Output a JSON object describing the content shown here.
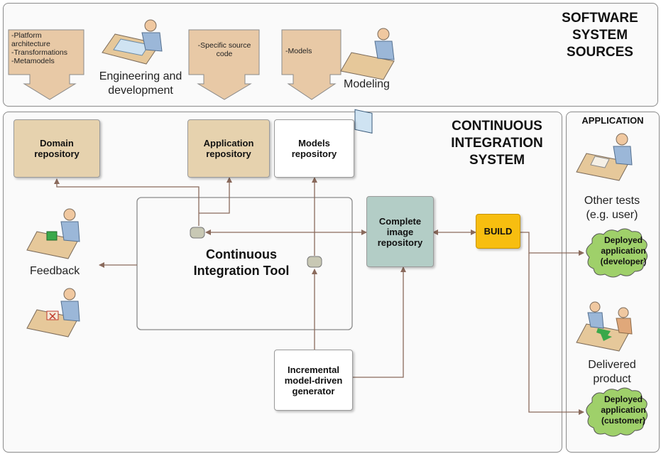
{
  "sources": {
    "title_lines": [
      "SOFTWARE",
      "SYSTEM",
      "SOURCES"
    ],
    "callout1_lines": [
      "-Platform",
      "architecture",
      "-Transformations",
      "-Metamodels"
    ],
    "eng_label_lines": [
      "Engineering and",
      "development"
    ],
    "callout2_lines": [
      "-Specific source",
      "code"
    ],
    "callout3_text": "-Models",
    "modeling_label": "Modeling"
  },
  "ci": {
    "title_lines": [
      "CONTINUOUS",
      "INTEGRATION",
      "SYSTEM"
    ],
    "domain_repo_lines": [
      "Domain",
      "repository"
    ],
    "app_repo_lines": [
      "Application",
      "repository"
    ],
    "models_repo_lines": [
      "Models",
      "repository"
    ],
    "tool_lines": [
      "Continuous",
      "Integration Tool"
    ],
    "complete_repo_lines": [
      "Complete",
      "image",
      "repository"
    ],
    "build_label": "BUILD",
    "generator_lines": [
      "Incremental",
      "model-driven",
      "generator"
    ],
    "feedback_label": "Feedback"
  },
  "application": {
    "title": "APPLICATION",
    "other_tests_lines": [
      "Other tests",
      "(e.g. user)"
    ],
    "deployed_dev_lines": [
      "Deployed",
      "application",
      "(developer)"
    ],
    "delivered_lines": [
      "Delivered",
      "product"
    ],
    "deployed_cust_lines": [
      "Deployed",
      "application",
      "(customer)"
    ]
  },
  "colors": {
    "tan_box": "#e6d2ae",
    "teal_box": "#b3cdc6",
    "build_box": "#f7be10",
    "cloud_green": "#9fd06a",
    "arrow": "#8a6a5c"
  }
}
